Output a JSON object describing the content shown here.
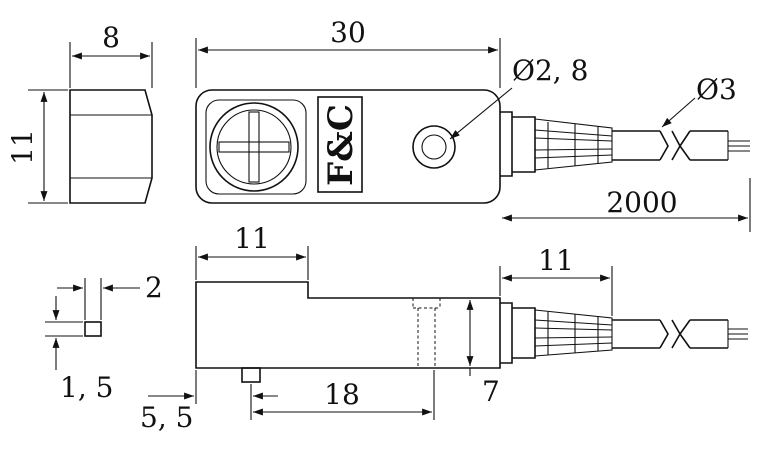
{
  "brand_label": "F&C",
  "dimensions": {
    "top_width_small": "8",
    "top_height": "11",
    "body_length": "30",
    "hole_diameter": "Ø2, 8",
    "cable_diameter": "Ø3",
    "cable_length": "2000",
    "step_length": "11",
    "pin_width": "2",
    "pin_height": "1, 5",
    "pin_offset": "5, 5",
    "hole_spacing": "18",
    "cable_exit_length": "11",
    "side_height": "7"
  }
}
